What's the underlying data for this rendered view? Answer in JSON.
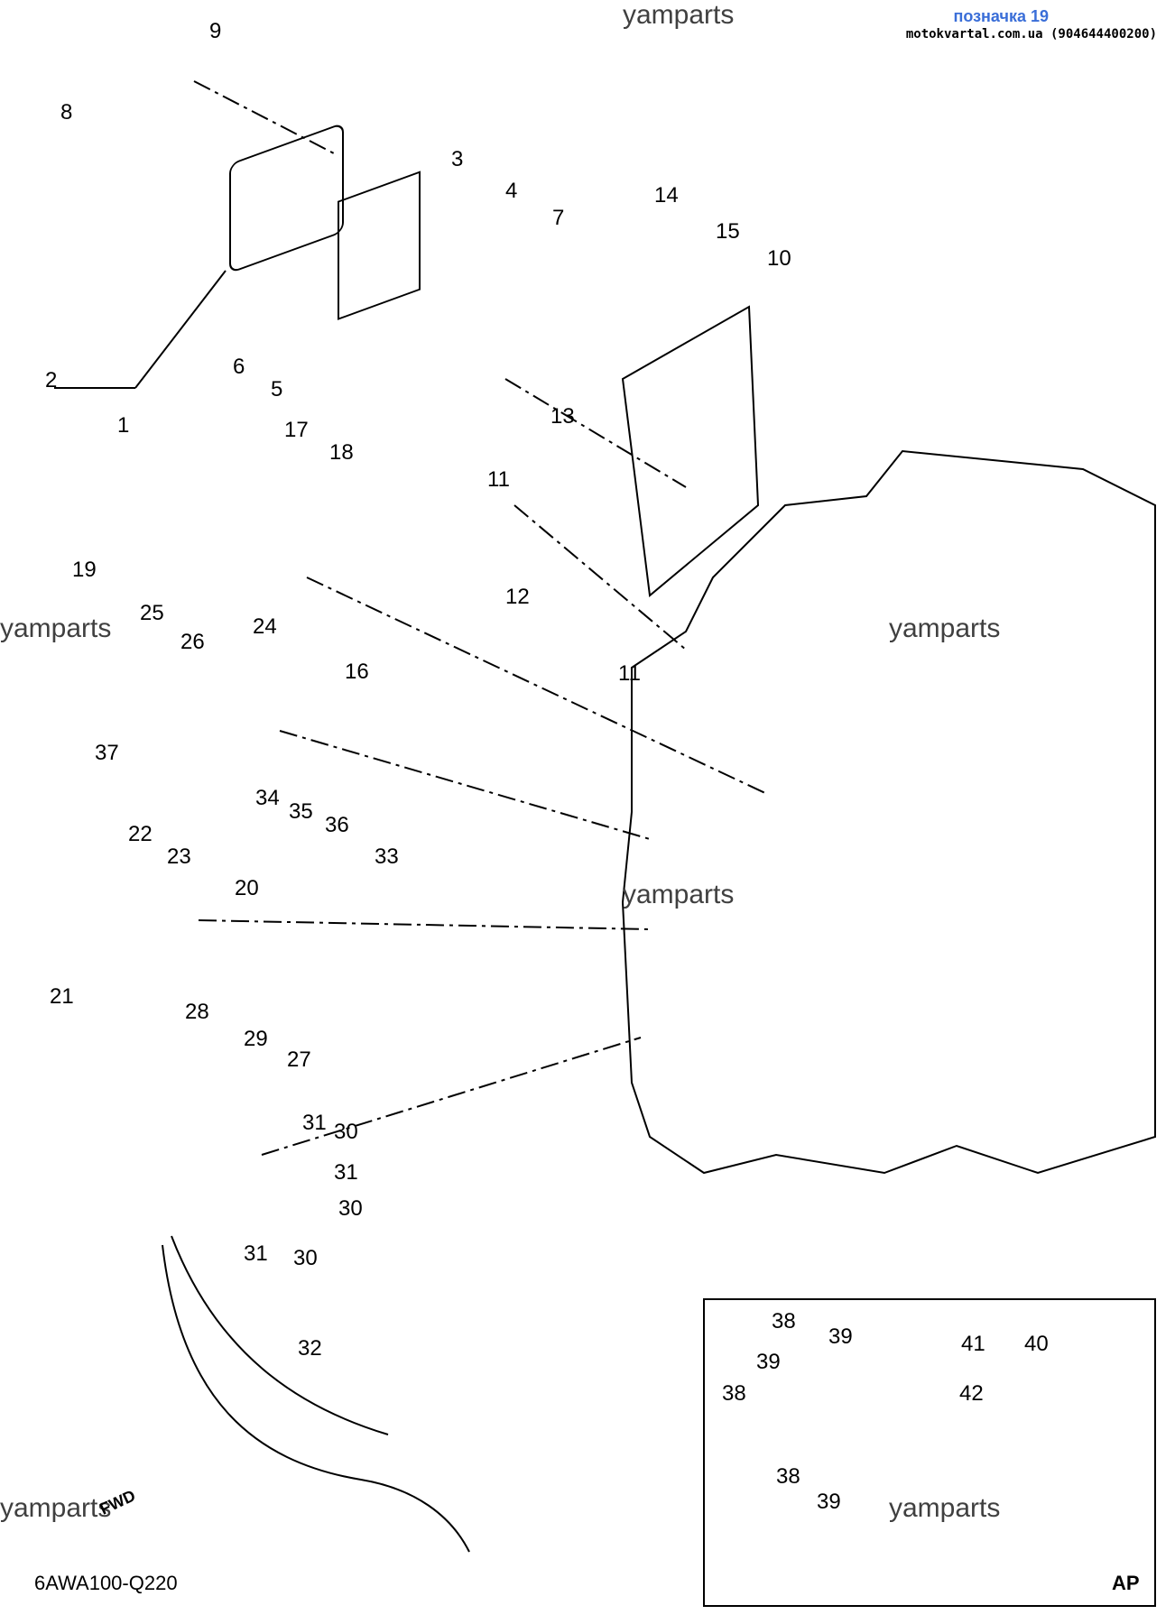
{
  "header": {
    "watermark_top": "yamparts",
    "link_text": "позначка 19",
    "site_text": "motokvartal.com.ua (904644400200)"
  },
  "watermarks": [
    "yamparts",
    "yamparts",
    "yamparts",
    "yamparts",
    "yamparts"
  ],
  "callouts": [
    "1",
    "2",
    "3",
    "4",
    "5",
    "6",
    "7",
    "8",
    "9",
    "10",
    "11",
    "11",
    "12",
    "13",
    "14",
    "15",
    "16",
    "17",
    "18",
    "19",
    "20",
    "21",
    "22",
    "23",
    "24",
    "25",
    "26",
    "27",
    "28",
    "29",
    "30",
    "30",
    "30",
    "31",
    "31",
    "31",
    "32",
    "33",
    "34",
    "35",
    "36",
    "37"
  ],
  "inset_callouts": [
    "38",
    "38",
    "38",
    "39",
    "39",
    "39",
    "40",
    "41",
    "42"
  ],
  "footer": {
    "code": "6AWA100-Q220",
    "inset_label": "AP",
    "fwd_label": "FWD"
  }
}
